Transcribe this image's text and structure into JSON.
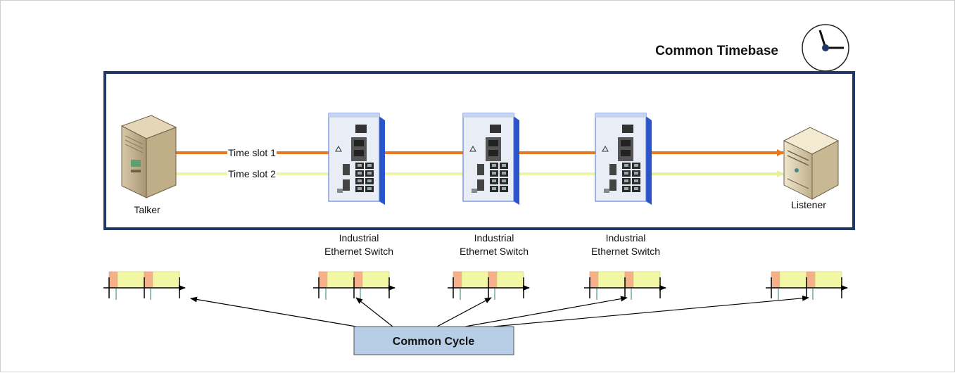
{
  "timebase": {
    "title": "Common Timebase",
    "icon": "clock-icon"
  },
  "talker": {
    "label": "Talker",
    "icon": "server-tower-icon"
  },
  "listener": {
    "label": "Listener",
    "icon": "server-tower-icon"
  },
  "slots": [
    {
      "label": "Time slot 1",
      "color": "#e87722"
    },
    {
      "label": "Time slot 2",
      "color": "#eef5a8"
    }
  ],
  "switches": [
    {
      "label_line1": "Industrial",
      "label_line2": "Ethernet Switch",
      "icon": "ethernet-switch-icon"
    },
    {
      "label_line1": "Industrial",
      "label_line2": "Ethernet Switch",
      "icon": "ethernet-switch-icon"
    },
    {
      "label_line1": "Industrial",
      "label_line2": "Ethernet Switch",
      "icon": "ethernet-switch-icon"
    }
  ],
  "cycle": {
    "label": "Common Cycle"
  },
  "colors": {
    "frame": "#1f3864",
    "switch_body": "#2a54c9",
    "cycle_box": "#b8cde6",
    "slot_active": "#f5b08a",
    "slot_yellow": "#f2f7a6"
  }
}
